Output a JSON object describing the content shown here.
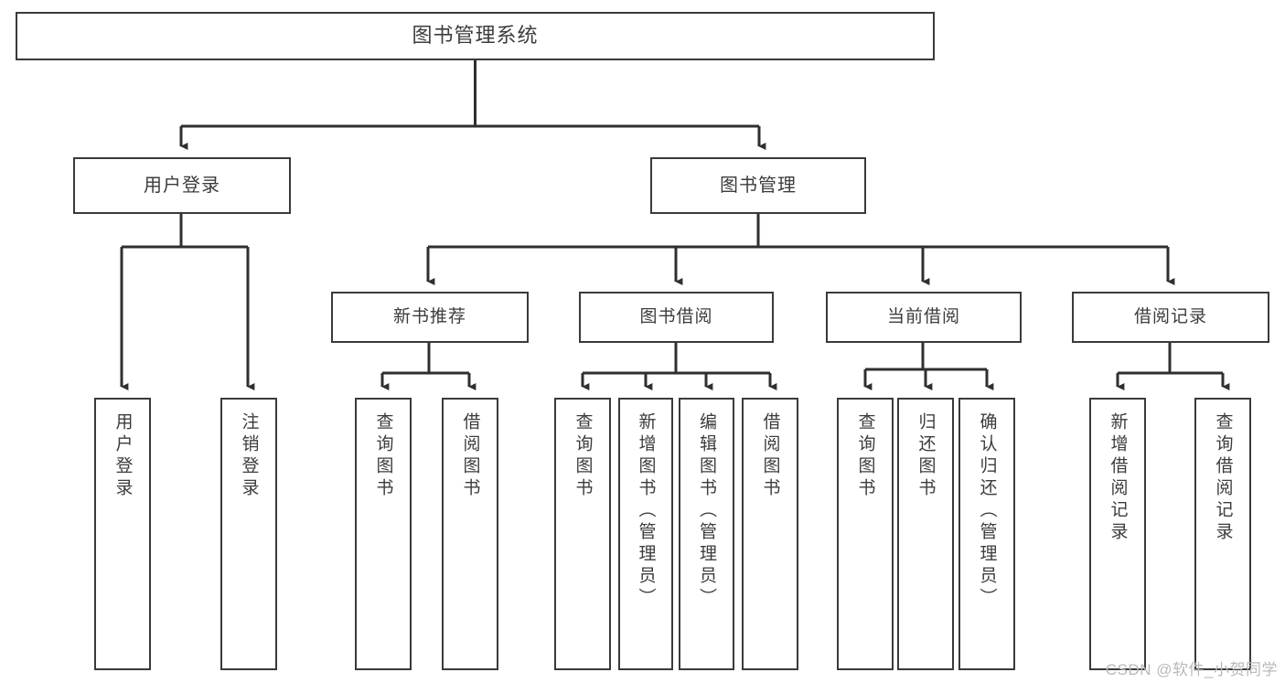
{
  "diagram": {
    "title": "图书管理系统",
    "type": "tree-hierarchy",
    "watermark": "CSDN @软件_小贺同学",
    "colors": {
      "background": "#ffffff",
      "box_border": "#3a3a3a",
      "box_fill": "#ffffff",
      "text": "#3c3c3c",
      "edge": "#2f2f2f",
      "watermark": "#b9b9b9"
    },
    "root": {
      "label": "图书管理系统"
    },
    "level1": [
      {
        "id": "user-login",
        "label": "用户登录"
      },
      {
        "id": "book-manage",
        "label": "图书管理"
      }
    ],
    "level2": [
      {
        "id": "new-book-recommend",
        "label": "新书推荐",
        "parent": "book-manage"
      },
      {
        "id": "book-borrow",
        "label": "图书借阅",
        "parent": "book-manage"
      },
      {
        "id": "current-borrow",
        "label": "当前借阅",
        "parent": "book-manage"
      },
      {
        "id": "borrow-record",
        "label": "借阅记录",
        "parent": "book-manage"
      }
    ],
    "leaves": [
      {
        "id": "leaf-user-login",
        "label": "用户登录",
        "parent": "user-login"
      },
      {
        "id": "leaf-logout-login",
        "label": "注销登录",
        "parent": "user-login"
      },
      {
        "id": "leaf-query-book-1",
        "label": "查询图书",
        "parent": "new-book-recommend"
      },
      {
        "id": "leaf-borrow-book-1",
        "label": "借阅图书",
        "parent": "new-book-recommend"
      },
      {
        "id": "leaf-query-book-2",
        "label": "查询图书",
        "parent": "book-borrow"
      },
      {
        "id": "leaf-add-book",
        "label": "新增图书（管理员）",
        "parent": "book-borrow"
      },
      {
        "id": "leaf-edit-book",
        "label": "编辑图书（管理员）",
        "parent": "book-borrow"
      },
      {
        "id": "leaf-borrow-book-2",
        "label": "借阅图书",
        "parent": "book-borrow"
      },
      {
        "id": "leaf-query-book-3",
        "label": "查询图书",
        "parent": "current-borrow"
      },
      {
        "id": "leaf-return-book",
        "label": "归还图书",
        "parent": "current-borrow"
      },
      {
        "id": "leaf-confirm-return",
        "label": "确认归还（管理员）",
        "parent": "current-borrow"
      },
      {
        "id": "leaf-add-record",
        "label": "新增借阅记录",
        "parent": "borrow-record"
      },
      {
        "id": "leaf-query-record",
        "label": "查询借阅记录",
        "parent": "borrow-record"
      }
    ]
  }
}
